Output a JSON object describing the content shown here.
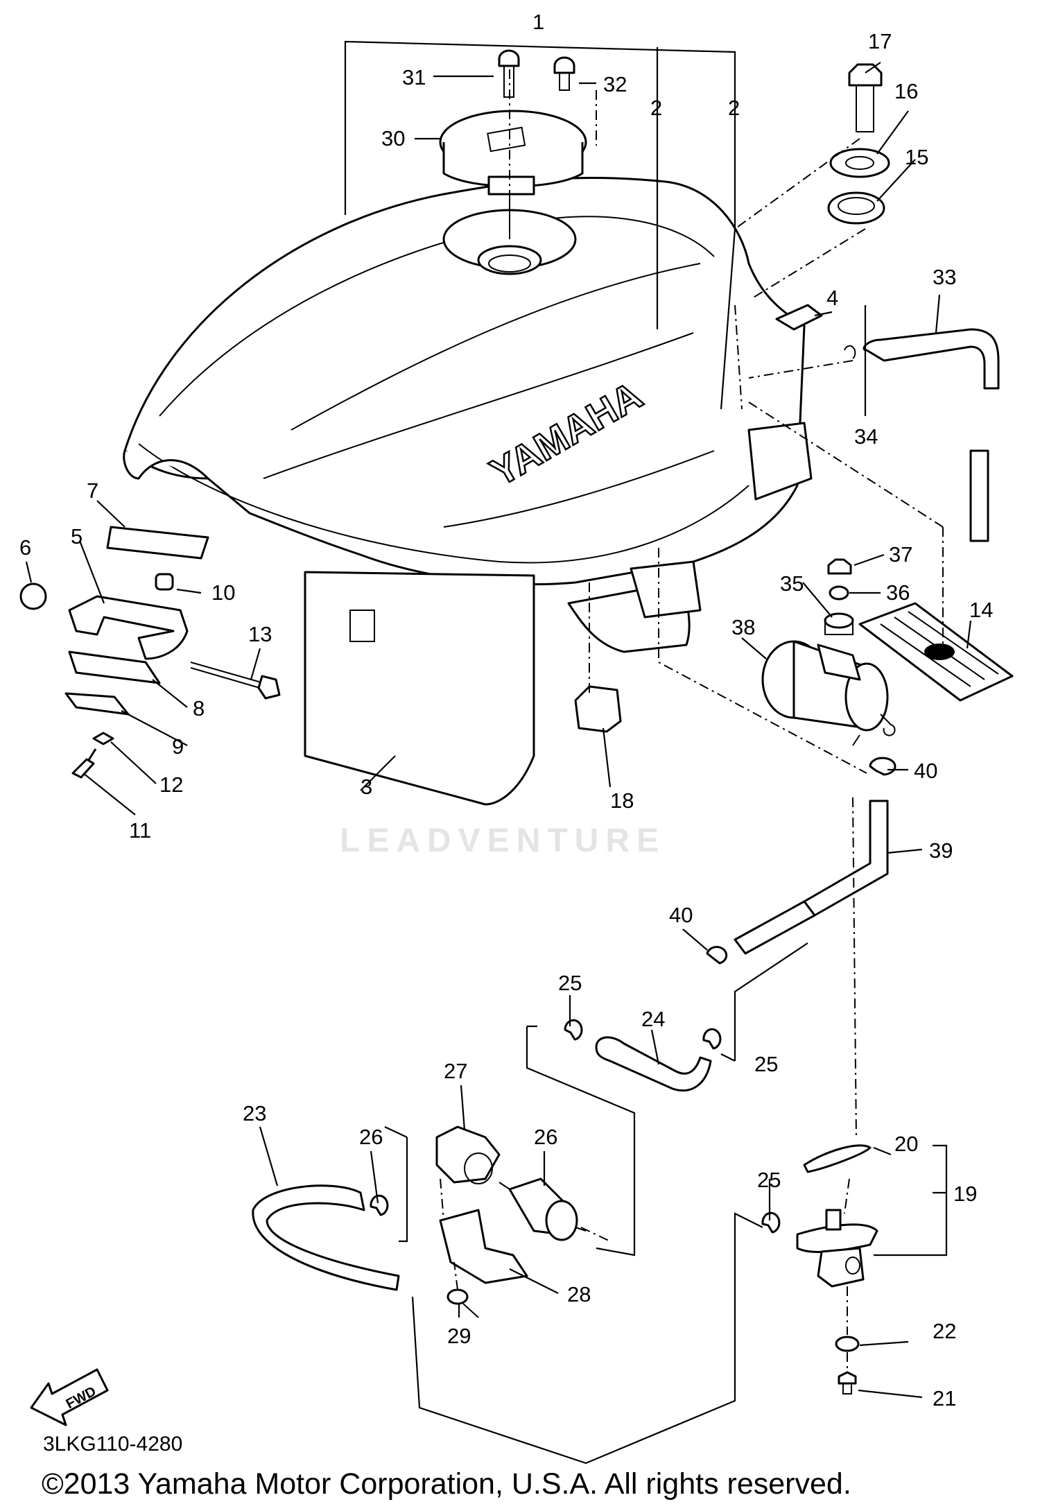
{
  "diagram": {
    "code": "3LKG110-4280",
    "copyright": "©2013 Yamaha Motor Corporation, U.S.A. All rights reserved.",
    "watermark": "LEADVENTURE",
    "brand_on_tank": "YAMAHA",
    "fwd_label": "FWD",
    "callouts": {
      "c1": "1",
      "c2a": "2",
      "c2b": "2",
      "c3": "3",
      "c4": "4",
      "c5": "5",
      "c6": "6",
      "c7": "7",
      "c8": "8",
      "c9": "9",
      "c10": "10",
      "c11": "11",
      "c12": "12",
      "c13": "13",
      "c14": "14",
      "c15": "15",
      "c16": "16",
      "c17": "17",
      "c18": "18",
      "c19": "19",
      "c20": "20",
      "c21": "21",
      "c22": "22",
      "c23": "23",
      "c24": "24",
      "c25a": "25",
      "c25b": "25",
      "c25c": "25",
      "c26a": "26",
      "c26b": "26",
      "c27": "27",
      "c28": "28",
      "c29": "29",
      "c30": "30",
      "c31": "31",
      "c32": "32",
      "c33": "33",
      "c34": "34",
      "c35": "35",
      "c36": "36",
      "c37": "37",
      "c38": "38",
      "c39": "39",
      "c40a": "40",
      "c40b": "40"
    }
  }
}
